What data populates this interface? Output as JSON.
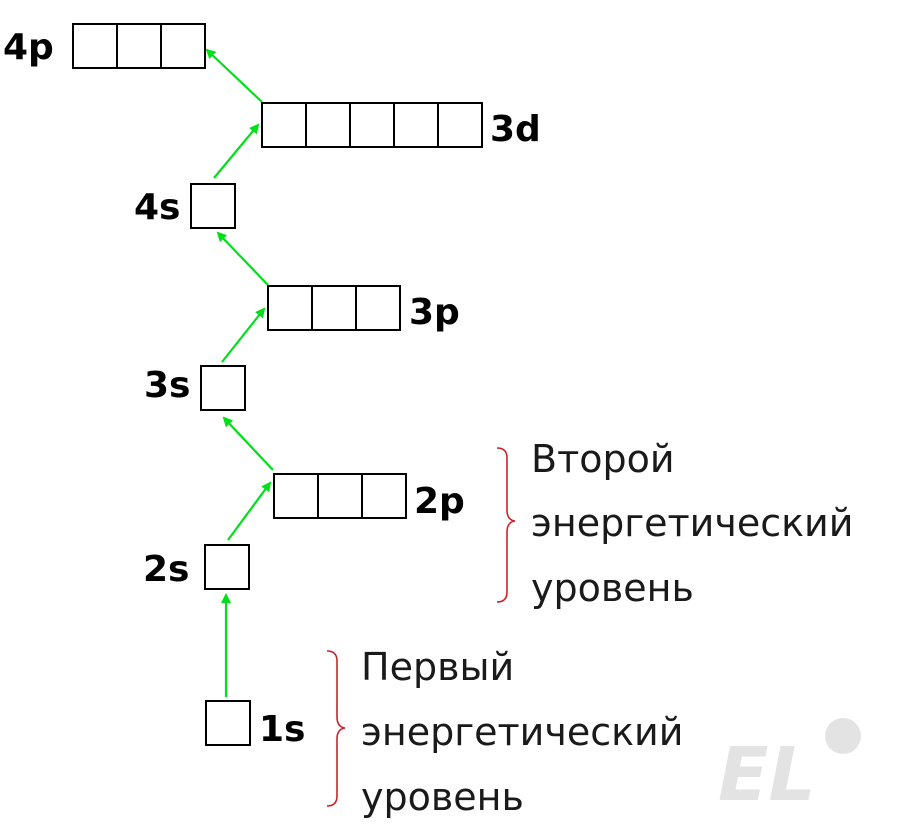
{
  "orbitals": [
    {
      "id": "1s",
      "label": "1s",
      "cells": 1
    },
    {
      "id": "2s",
      "label": "2s",
      "cells": 1
    },
    {
      "id": "2p",
      "label": "2p",
      "cells": 3
    },
    {
      "id": "3s",
      "label": "3s",
      "cells": 1
    },
    {
      "id": "3p",
      "label": "3p",
      "cells": 3
    },
    {
      "id": "4s",
      "label": "4s",
      "cells": 1
    },
    {
      "id": "3d",
      "label": "3d",
      "cells": 5
    },
    {
      "id": "4p",
      "label": "4p",
      "cells": 3
    }
  ],
  "levels": [
    {
      "lines": [
        "Первый",
        "энергетический",
        "уровень"
      ]
    },
    {
      "lines": [
        "Второй",
        "энергетический",
        "уровень"
      ]
    }
  ],
  "colors": {
    "arrow": "#00e019",
    "brace": "#c9242b",
    "watermark": "#e3e3e3"
  },
  "watermark": {
    "text": "EL"
  }
}
